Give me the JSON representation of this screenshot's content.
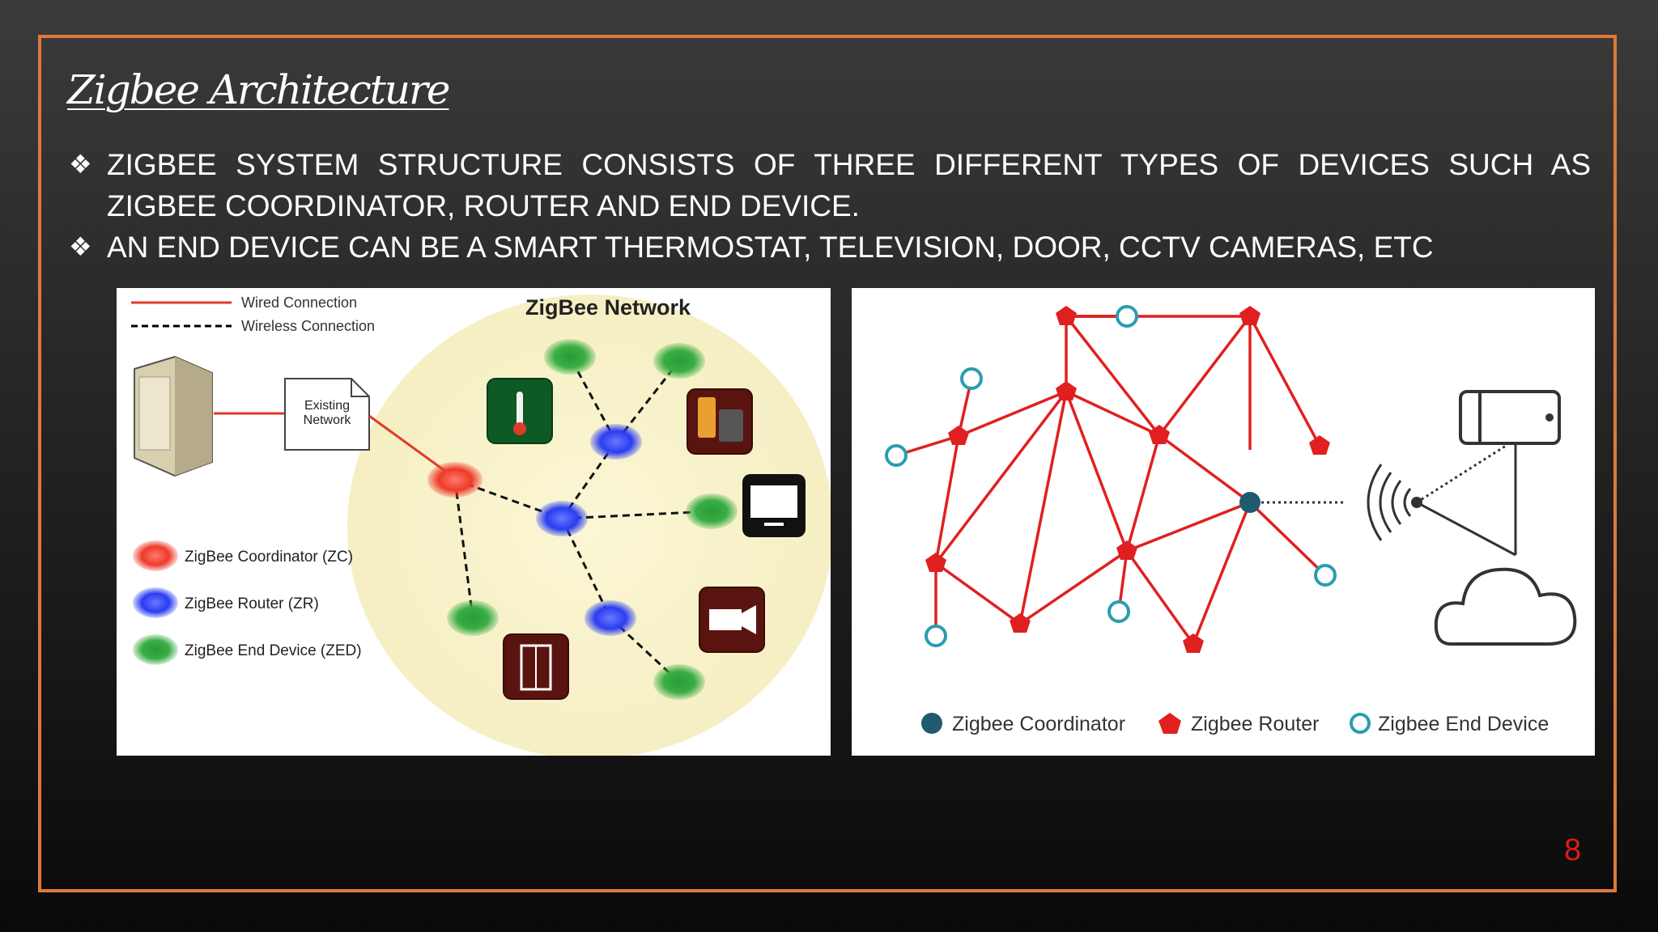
{
  "slide": {
    "title": "Zigbee Architecture",
    "bullet_marker": "❖",
    "bullets": [
      "ZIGBEE SYSTEM STRUCTURE CONSISTS OF THREE DIFFERENT TYPES OF DEVICES SUCH AS ZIGBEE COORDINATOR, ROUTER AND END DEVICE.",
      "AN END DEVICE CAN BE A SMART THERMOSTAT, TELEVISION, DOOR, CCTV CAMERAS, ETC"
    ],
    "page_number": "8"
  },
  "left_diagram": {
    "title": "ZigBee Network",
    "legend_lines": {
      "wired": "Wired Connection",
      "wireless": "Wireless Connection"
    },
    "existing_network_label": "Existing Network",
    "legend_nodes": {
      "coordinator": "ZigBee Coordinator (ZC)",
      "router": "ZigBee Router (ZR)",
      "end_device": "ZigBee End Device (ZED)"
    }
  },
  "right_diagram": {
    "legend": {
      "coordinator": "Zigbee Coordinator",
      "router": "Zigbee Router",
      "end_device": "Zigbee End Device"
    }
  },
  "colors": {
    "frame": "#e0783a",
    "page_number": "#e01a1a",
    "router_red": "#e02020",
    "coordinator_teal": "#1f5a6e",
    "end_device_cyan": "#2a9db0"
  }
}
